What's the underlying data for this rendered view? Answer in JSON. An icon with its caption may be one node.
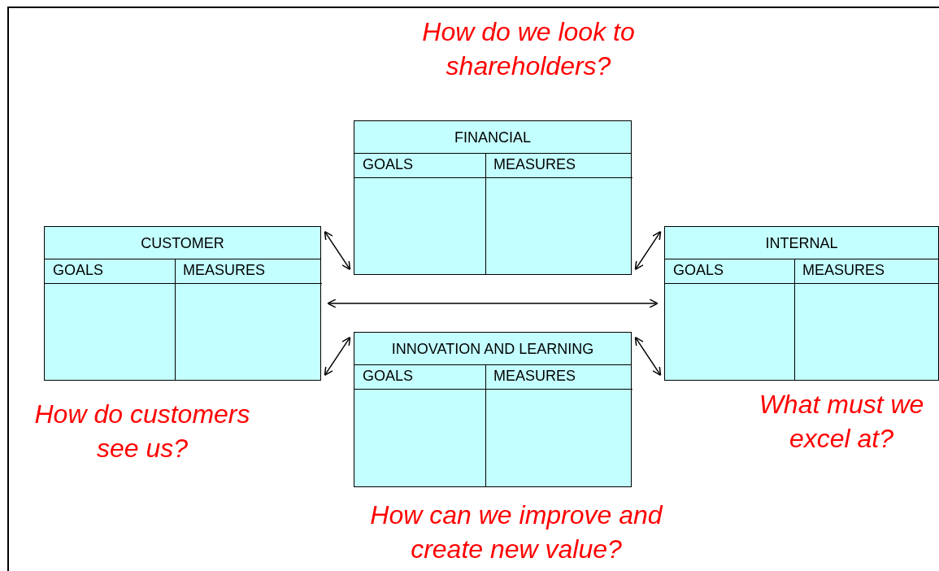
{
  "diagram": {
    "nodes": [
      {
        "text": [
          "FINANCIAL",
          "GOALS",
          "MEASURES"
        ],
        "beside": [
          "How do we look to shareholders?"
        ]
      },
      {
        "text": [
          "CUSTOMER",
          "GOALS",
          "MEASURES"
        ],
        "beside": [
          "How do customers see us?"
        ]
      },
      {
        "text": [
          "INTERNAL",
          "GOALS",
          "MEASURES"
        ],
        "beside": [
          "What must we excel at?"
        ]
      },
      {
        "text": [
          "INNOVATION AND LEARNING",
          "GOALS",
          "MEASURES"
        ],
        "beside": [
          "How can we improve and create new value?"
        ]
      }
    ],
    "edges": [
      {
        "from": 1,
        "to": 0,
        "arrow": "both"
      },
      {
        "from": 0,
        "to": 2,
        "arrow": "both"
      },
      {
        "from": 1,
        "to": 2,
        "arrow": "both"
      },
      {
        "from": 1,
        "to": 3,
        "arrow": "both"
      },
      {
        "from": 3,
        "to": 2,
        "arrow": "both"
      }
    ]
  }
}
